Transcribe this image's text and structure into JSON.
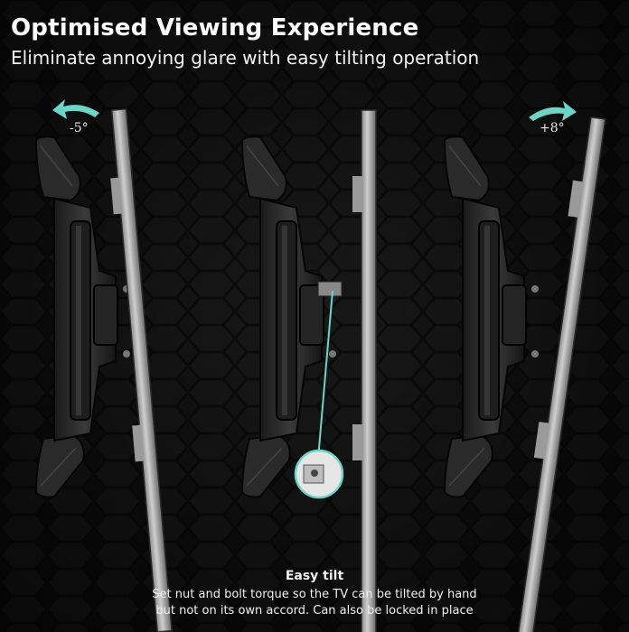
{
  "header": {
    "title": "Optimised Viewing Experience",
    "subtitle": "Eliminate annoying glare with easy tilting operation"
  },
  "tilt_labels": {
    "left": "-5°",
    "right": "+8°"
  },
  "caption": {
    "title": "Easy tilt",
    "line1": "Set nut and bolt torque so the TV  can be tilted by hand",
    "line2": "but not on its own accord. Can also be locked in place"
  },
  "colors": {
    "accent": "#6ad6c6",
    "background": "#0d0d0d",
    "text": "#ffffff"
  }
}
